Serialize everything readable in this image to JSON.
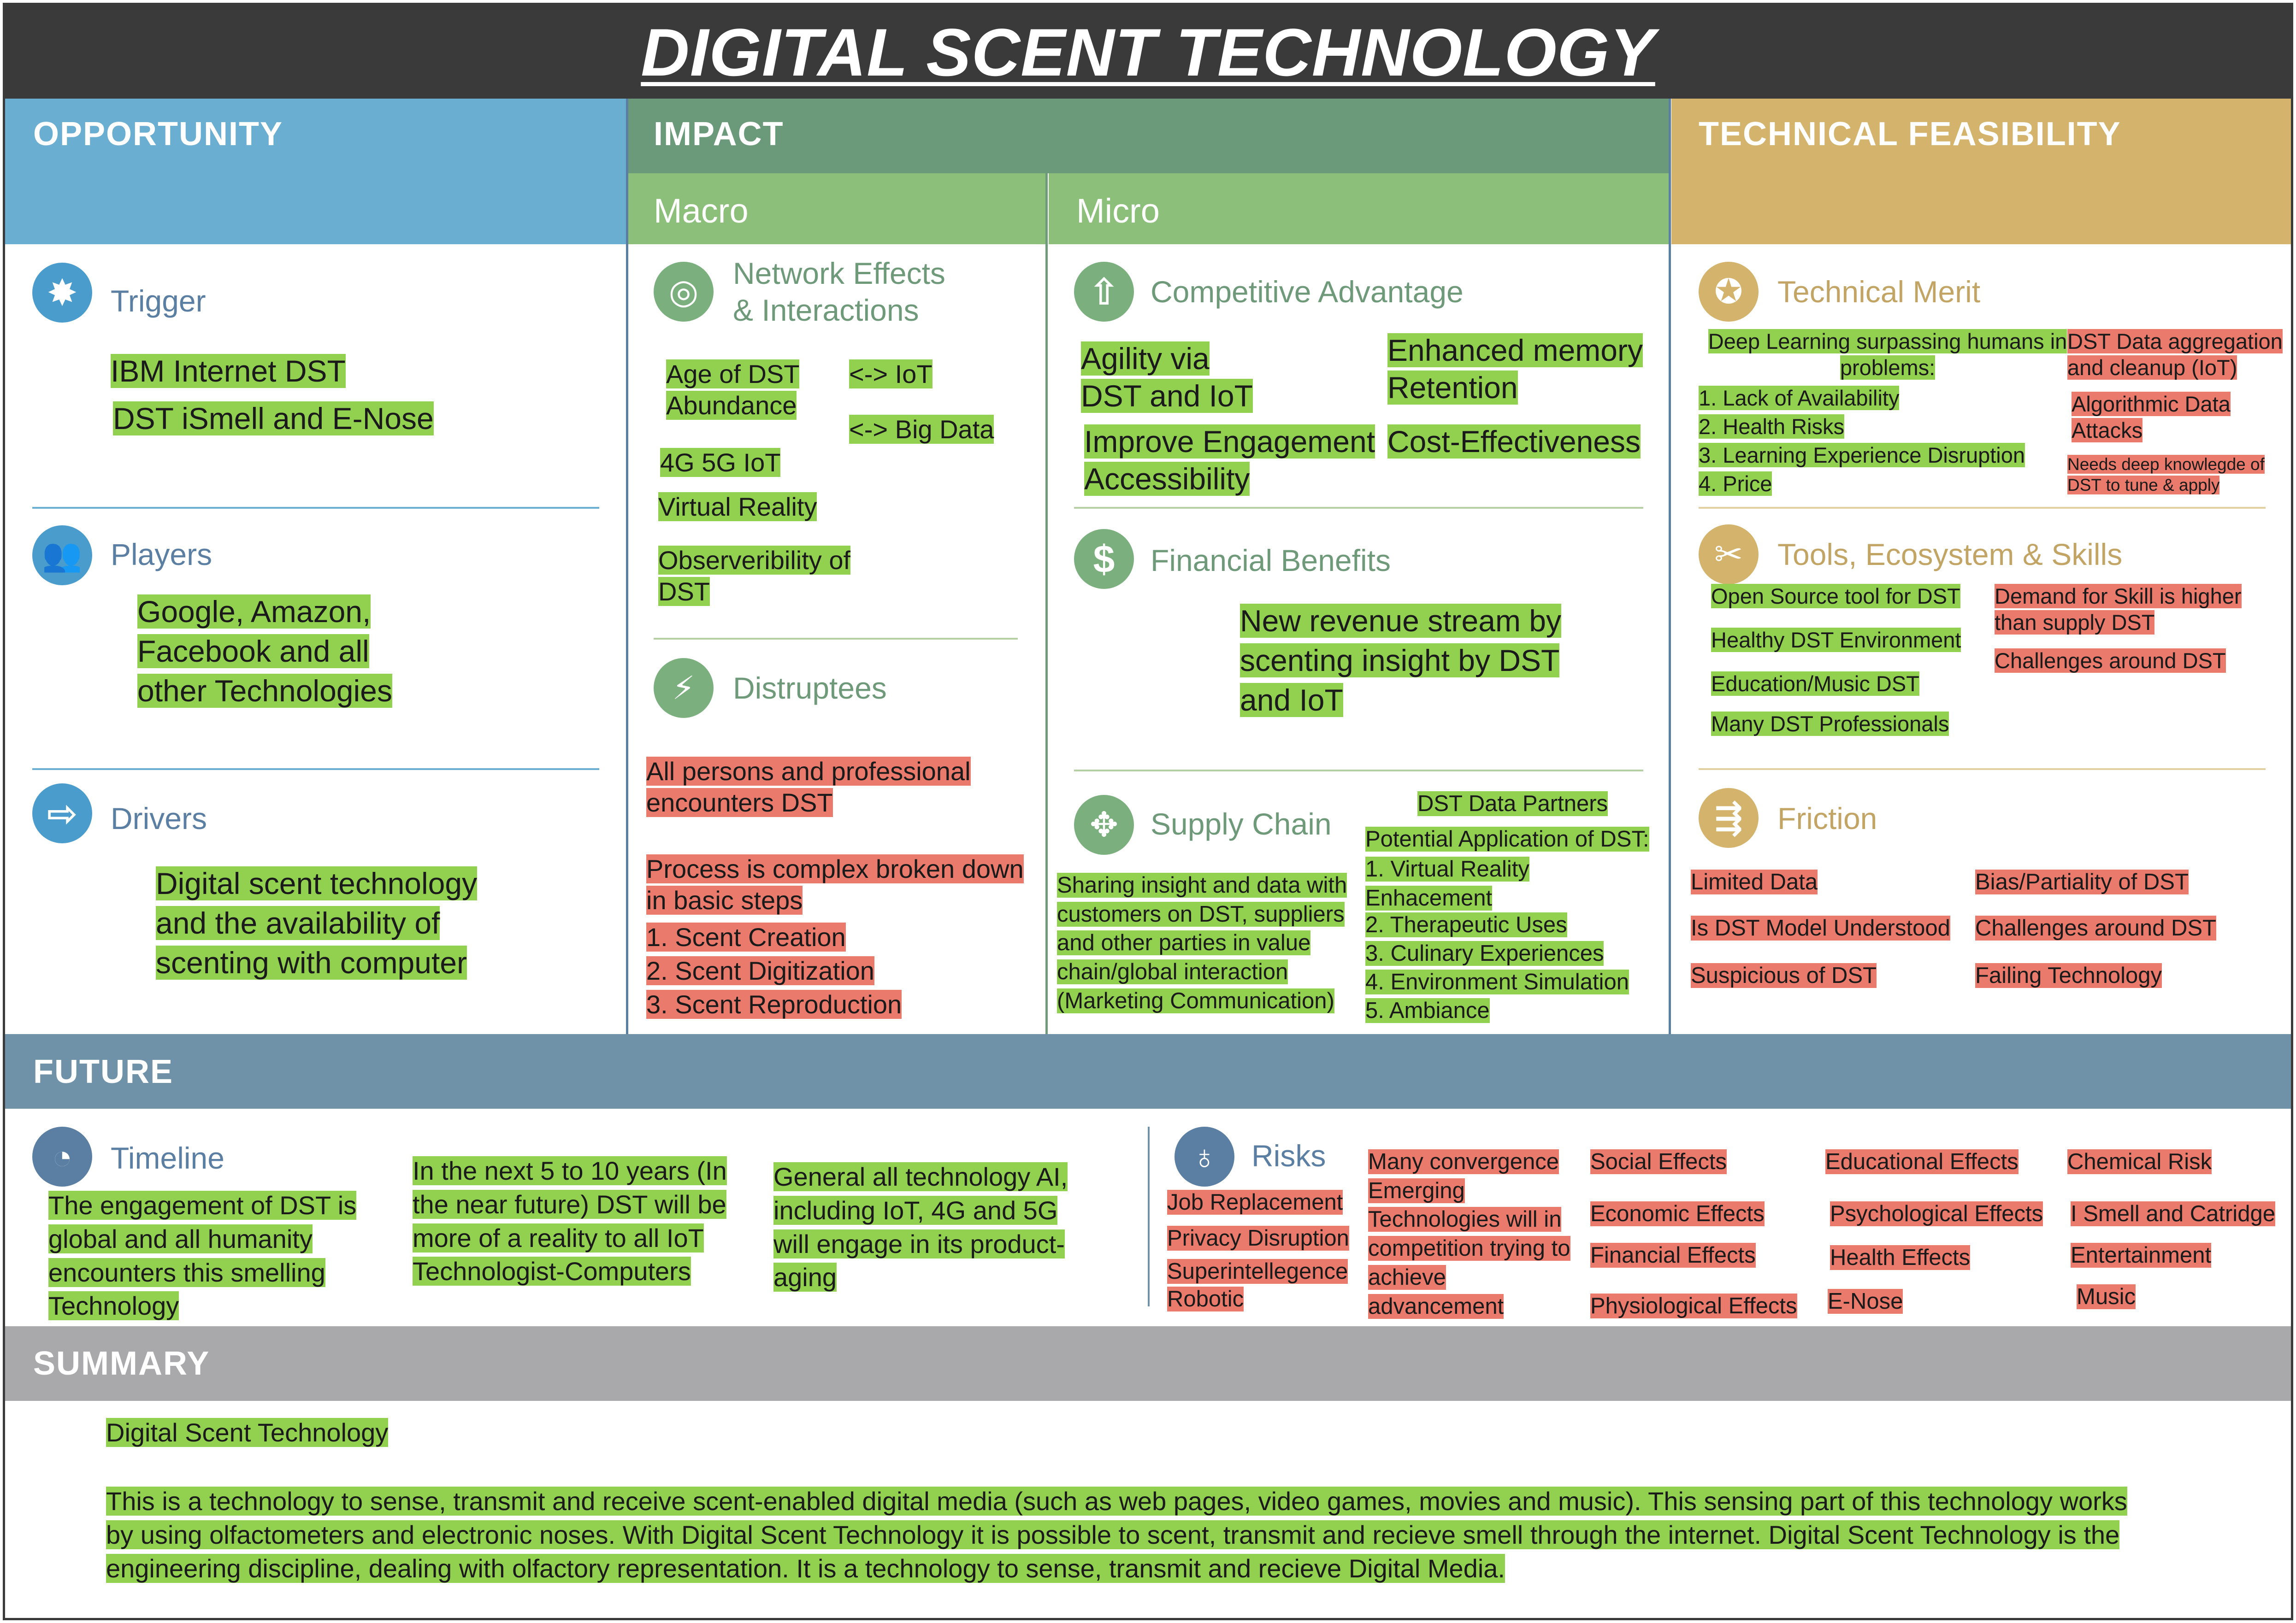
{
  "title": "DIGITAL SCENT TECHNOLOGY",
  "colors": {
    "opportunity": "#6aaed2",
    "impact": "#6b9a7a",
    "impact_sub": "#8cbf7a",
    "feasibility": "#d4b46c",
    "future": "#6f92a9",
    "summary": "#a9a9ab",
    "green_highlight": "#92d050",
    "red_highlight": "#ea7a6c"
  },
  "headers": {
    "opportunity": "OPPORTUNITY",
    "impact": "IMPACT",
    "macro": "Macro",
    "micro": "Micro",
    "feasibility": "TECHNICAL FEASIBILITY",
    "future": "FUTURE",
    "summary": "SUMMARY"
  },
  "opportunity": {
    "trigger": {
      "label": "Trigger",
      "items": [
        "IBM Internet DST",
        "DST  iSmell and E-Nose"
      ]
    },
    "players": {
      "label": "Players",
      "text": "Google, Amazon, Facebook and all other Technologies"
    },
    "drivers": {
      "label": "Drivers",
      "text": "Digital scent technology and the availability of scenting with computer"
    }
  },
  "macro": {
    "network": {
      "label_1": "Network Effects",
      "label_2": "& Interactions",
      "age": "Age of DST Abundance",
      "iot": "<-> IoT",
      "bigdata": "<-> Big Data",
      "g45": "4G 5G IoT",
      "vr": "Virtual Reality",
      "observ": "Observeribility of DST"
    },
    "disruptees": {
      "label": "Distruptees",
      "persons": "All persons and  professional encounters DST",
      "process": "Process is complex broken down in basic steps",
      "steps": [
        "1. Scent Creation",
        "2. Scent Digitization",
        "3. Scent Reproduction"
      ]
    }
  },
  "micro": {
    "competitive": {
      "label": "Competitive Advantage",
      "agility": "Agility via DST and IoT",
      "memory": "Enhanced memory Retention",
      "engagement": "Improve Engagement Accessibility",
      "cost": "Cost-Effectiveness"
    },
    "financial": {
      "label": "Financial Benefits",
      "text": "New revenue stream by scenting insight by DST and IoT"
    },
    "supply": {
      "label": "Supply Chain",
      "sharing": "Sharing insight and data with customers on DST, suppliers and other parties in value chain/global interaction (Marketing Communication)",
      "partners": "DST Data Partners",
      "potential": "Potential Application of DST:",
      "apps": [
        "1. Virtual Reality Enhacement",
        "2. Therapeutic Uses",
        "3. Culinary Experiences",
        "4. Environment Simulation",
        "5. Ambiance"
      ]
    }
  },
  "feasibility": {
    "merit": {
      "label": "Technical Merit",
      "deep": "Deep Learning surpassing humans in problems:",
      "list": [
        "1. Lack of Availability",
        "2. Health Risks",
        "3. Learning Experience Disruption",
        "4. Price"
      ],
      "red": [
        "DST Data aggregation and cleanup (IoT)",
        "Algorithmic Data Attacks",
        "Needs deep knowlegde of DST to tune & apply"
      ]
    },
    "tools": {
      "label": "Tools, Ecosystem & Skills",
      "green": [
        "Open Source tool for DST",
        "Healthy DST Environment",
        "Education/Music DST",
        "Many DST Professionals"
      ],
      "red": [
        "Demand for Skill is higher than supply DST",
        "Challenges around DST"
      ]
    },
    "friction": {
      "label": "Friction",
      "left": [
        "Limited Data",
        "Is DST Model Understood",
        "Suspicious of DST"
      ],
      "right": [
        "Bias/Partiality of DST",
        "Challenges around DST",
        "Failing Technology"
      ]
    }
  },
  "future": {
    "timeline": {
      "label": "Timeline",
      "col1": "The engagement of DST is global and all humanity encounters this smelling Technology",
      "col2": "In the next 5 to 10 years (In the near future) DST will be more of a reality to all IoT Technologist-Computers",
      "col3": "General all technology AI, including IoT, 4G and 5G will engage in its product-aging"
    },
    "risks": {
      "label": "Risks",
      "col1": [
        "Job Replacement",
        "Privacy Disruption",
        "Superintellegence Robotic"
      ],
      "col2": "Many convergence Emerging Technologies will in competition trying to achieve advancement",
      "col3": [
        "Social Effects",
        "Economic Effects",
        "Financial Effects",
        "Physiological Effects"
      ],
      "col4": [
        "Educational Effects",
        "Psychological Effects",
        "Health Effects",
        "E-Nose"
      ],
      "col5": [
        "Chemical Risk",
        "I Smell and Catridge",
        "Entertainment",
        "Music"
      ]
    }
  },
  "summary": {
    "heading": "Digital Scent Technology",
    "text": "This is a technology to sense, transmit and receive scent-enabled digital media (such as web pages, video games, movies and music). This sensing part of this technology works by using olfactometers and electronic noses.  With Digital Scent Technology it is possible to scent, transmit and recieve smell through the internet.  Digital Scent Technology is the engineering discipline, dealing with olfactory representation. It is a technology to sense, transmit and recieve Digital Media."
  }
}
